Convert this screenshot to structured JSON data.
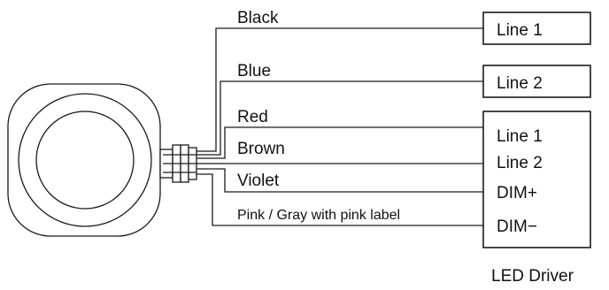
{
  "wires": {
    "black": "Black",
    "blue": "Blue",
    "red": "Red",
    "brown": "Brown",
    "violet": "Violet",
    "pink": "Pink / Gray with pink label"
  },
  "boxes": {
    "line1_box": "Line 1",
    "line2_box": "Line 2",
    "driver": {
      "line1": "Line 1",
      "line2": "Line 2",
      "dim_plus": "DIM+",
      "dim_minus": "DIM−",
      "caption": "LED Driver"
    }
  }
}
